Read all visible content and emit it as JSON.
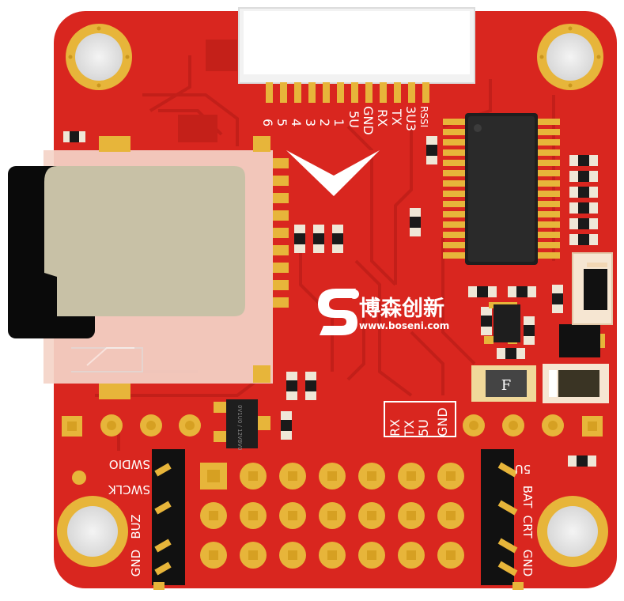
{
  "board": {
    "pcb_color": "#d9261f",
    "pcb_dark": "#b81d17",
    "pad_gold": "#e7b53a",
    "silk_color": "#ffffff"
  },
  "logo": {
    "brand_cn": "博森创新",
    "url": "www.boseni.com",
    "icon": "boseni-s-logo-icon"
  },
  "top_connector": {
    "pin_labels": [
      "6",
      "5",
      "4",
      "3",
      "2",
      "1",
      "5U",
      "GND",
      "RX",
      "TX",
      "3U3",
      "RSSI"
    ]
  },
  "uart_header": {
    "labels": [
      "RX",
      "TX",
      "5U",
      "GND"
    ]
  },
  "left_header": {
    "labels": [
      "SWDIO",
      "SWCLK",
      "BUZ",
      "GND"
    ]
  },
  "right_header": {
    "labels": [
      "5U",
      "BAT",
      "CRT",
      "GND"
    ]
  },
  "components": {
    "fuse_label": "F",
    "regulator_text": "0V1U0 / 12V8V0"
  }
}
